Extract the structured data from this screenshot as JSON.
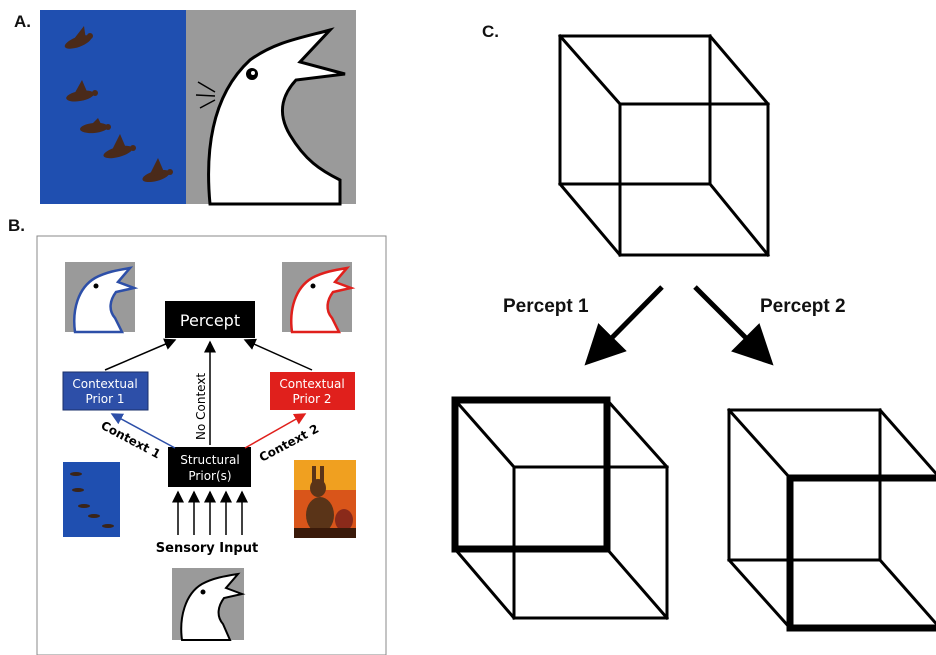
{
  "panels": {
    "a": {
      "label": "A."
    },
    "b": {
      "label": "B.",
      "percept": "Percept",
      "contextual_prior_1": [
        "Contextual",
        "Prior 1"
      ],
      "contextual_prior_2": [
        "Contextual",
        "Prior 2"
      ],
      "structural_prior": [
        "Structural",
        "Prior(s)"
      ],
      "no_context": "No Context",
      "context_1": "Context 1",
      "context_2": "Context 2",
      "sensory_input": "Sensory Input",
      "colors": {
        "prior1": "#2d4fa8",
        "prior2": "#e0201c",
        "black_box": "#000000"
      }
    },
    "c": {
      "label": "C.",
      "percept_1": "Percept 1",
      "percept_2": "Percept 2"
    }
  }
}
